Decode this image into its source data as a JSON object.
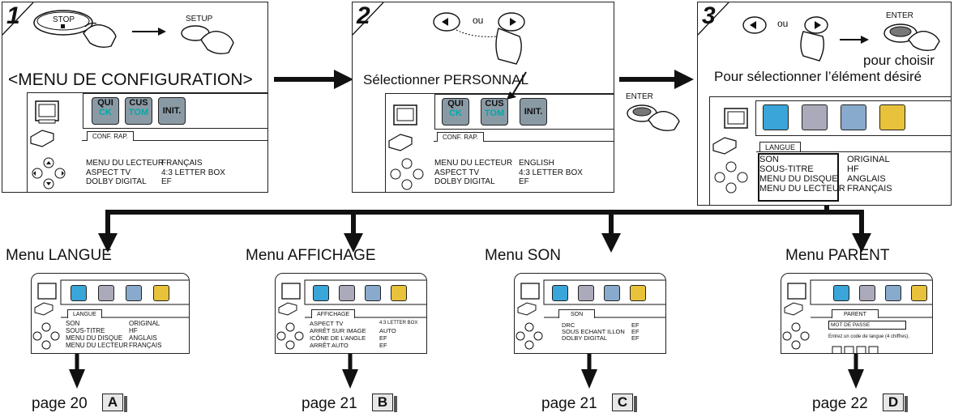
{
  "steps": [
    {
      "number": "1",
      "stop_label": "STOP",
      "setup_label": "SETUP",
      "heading": "<MENU DE CONFIGURATION>",
      "buttons": [
        "QUI",
        "CK",
        "CUS",
        "TOM",
        "INIT."
      ],
      "tab": "CONF. RAP.",
      "rows": [
        {
          "key": "MENU DU LECTEUR",
          "val": "FRANÇAIS"
        },
        {
          "key": "ASPECT TV",
          "val": "4:3 LETTER BOX"
        },
        {
          "key": "DOLBY DIGITAL",
          "val": "EF"
        }
      ]
    },
    {
      "number": "2",
      "ou": "ou",
      "heading": "Sélectionner PERSONNAL",
      "buttons": [
        "QUI",
        "CK",
        "CUS",
        "TOM",
        "INIT."
      ],
      "tab": "CONF. RAP.",
      "rows": [
        {
          "key": "MENU DU LECTEUR",
          "val": "ENGLISH"
        },
        {
          "key": "ASPECT TV",
          "val": "4:3 LETTER BOX"
        },
        {
          "key": "DOLBY DIGITAL",
          "val": "EF"
        }
      ]
    },
    {
      "number": "3",
      "ou": "ou",
      "enter_label": "ENTER",
      "choose": "pour choisir",
      "heading": "Pour sélectionner l’élément désiré",
      "tab": "LANGUE",
      "rows": [
        {
          "key": "SON",
          "val": "ORIGINAL"
        },
        {
          "key": "SOUS-TITRE",
          "val": "HF"
        },
        {
          "key": "MENU DU DISQUE",
          "val": "ANGLAIS"
        },
        {
          "key": "MENU DU LECTEUR",
          "val": "FRANÇAIS"
        }
      ]
    }
  ],
  "enter_between": "ENTER",
  "submenus": [
    {
      "title": "Menu LANGUE",
      "tab": "LANGUE",
      "rows": [
        {
          "key": "SON",
          "val": "ORIGINAL"
        },
        {
          "key": "SOUS-TITRE",
          "val": "HF"
        },
        {
          "key": "MENU DU DISQUE",
          "val": "ANGLAIS"
        },
        {
          "key": "MENU DU LECTEUR",
          "val": "FRANÇAIS"
        }
      ],
      "page": "page 20",
      "letter": "A"
    },
    {
      "title": "Menu AFFICHAGE",
      "tab": "AFFICHAGE",
      "rows": [
        {
          "key": "ASPECT TV",
          "val": "4:3 LETTER BOX"
        },
        {
          "key": "ARRÊT SUR IMAGE",
          "val": "AUTO"
        },
        {
          "key": "ICÔNE DE L’ANGLE",
          "val": "EF"
        },
        {
          "key": "ARRÊT AUTO",
          "val": "EF"
        }
      ],
      "page": "page 21",
      "letter": "B"
    },
    {
      "title": "Menu SON",
      "tab": "SON",
      "rows": [
        {
          "key": "DRC",
          "val": "EF"
        },
        {
          "key": "SOUS ECHANT ILLON",
          "val": "EF"
        },
        {
          "key": "DOLBY DIGITAL",
          "val": "EF"
        }
      ],
      "page": "page 21",
      "letter": "C"
    },
    {
      "title": "Menu PARENT",
      "tab": "PARENT",
      "password": "MOT DE PASSE",
      "hint": "Entrez un code de langue (4 chiffres).",
      "page": "page 22",
      "letter": "D"
    }
  ]
}
